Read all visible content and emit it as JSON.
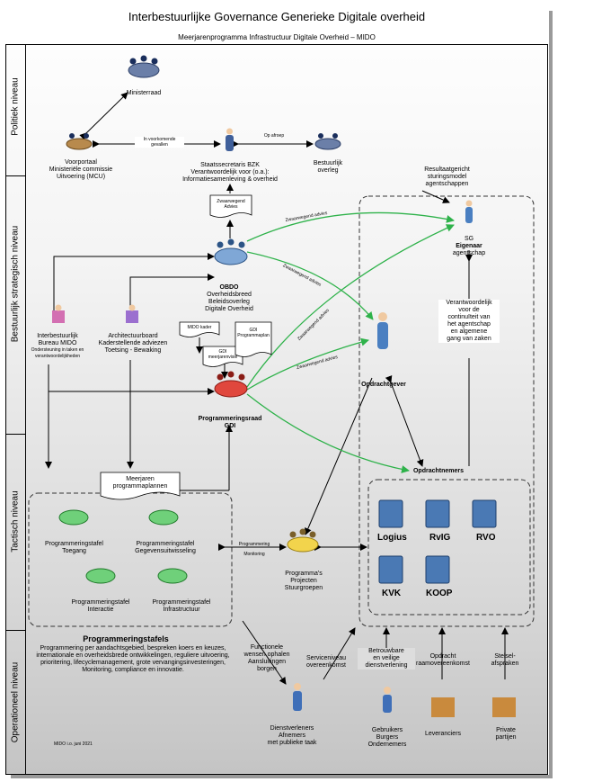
{
  "title": "Interbestuurlijke Governance Generieke Digitale overheid",
  "subtitle": "Meerjarenprogramma Infrastructuur Digitale Overheid – MIDO",
  "levels": {
    "politiek": "Politiek niveau",
    "bestuurlijk": "Bestuurlijk strategisch niveau",
    "tactisch": "Tactisch niveau",
    "operationeel": "Operationeel niveau"
  },
  "nodes": {
    "ministerraad": "Ministerraad",
    "voorportaal": [
      "Voorportaal",
      "Ministeriële commissie",
      "Uitvoering (MCU)"
    ],
    "staatssecretaris": [
      "Staatssecretaris BZK",
      "Verantwoordelijk voor (o.a.):",
      "Informatiesamenleving & overheid"
    ],
    "bestuurlijk_overleg": [
      "Bestuurlijk",
      "overleg"
    ],
    "resultaatgericht": [
      "Resultaatgericht",
      "sturingsmodel",
      "agentschappen"
    ],
    "sg": [
      "SG",
      "Eigenaar",
      "agentschap"
    ],
    "verantwoordelijk": [
      "Verantwoordelijk",
      "voor de",
      "continuïteit van",
      "het agentschap",
      "en algemene",
      "gang van zaken"
    ],
    "obdo": [
      "OBDO",
      "Overheidsbreed",
      "Beleidsoverleg",
      "Digitale Overheid"
    ],
    "bureau_mido": [
      "Interbestuurlijk",
      "Bureau MIDO",
      "Ondersteuning in taken en",
      "verantwoordelijkheden"
    ],
    "architectuurboard": [
      "Architectuurboard",
      "Kaderstellende adviezen",
      "Toetsing - Bewaking"
    ],
    "opdrachtgever": "Opdrachtgever",
    "programmeringsraad": [
      "Programmeringsraad",
      "GDI"
    ],
    "opdrachtnemers": "Opdrachtnemers",
    "pt_toegang": [
      "Programmeringstafel",
      "Toegang"
    ],
    "pt_gegevens": [
      "Programmeringstafel",
      "Gegevensuitwisseling"
    ],
    "pt_interactie": [
      "Programmeringstafel",
      "Interactie"
    ],
    "pt_infra": [
      "Programmeringstafel",
      "Infrastructuur"
    ],
    "programmas": [
      "Programma's",
      "Projecten",
      "Stuurgroepen"
    ],
    "dienstverleners": [
      "Dienstverleners",
      "Afnemers",
      "met publieke taak"
    ],
    "gebruikers": [
      "Gebruikers",
      "Burgers",
      "Ondernemers"
    ],
    "leveranciers": "Leveranciers",
    "private": [
      "Private",
      "partijen"
    ]
  },
  "documents": {
    "zwaarwegend_advies": [
      "Zwaarwegend",
      "Advies"
    ],
    "mido_kader": "MIDO kader",
    "gdi_meerjarenvisie": [
      "GDI",
      "meerjarenvisie"
    ],
    "gdi_programmaplan": [
      "GDI",
      "Programmaplan"
    ],
    "meerjaren_programmaplannen": [
      "Meerjaren",
      "programmaplannen"
    ]
  },
  "agencies": [
    "Logius",
    "RvIG",
    "RVO",
    "KVK",
    "KOOP"
  ],
  "edge_labels": {
    "in_voorkomende": [
      "In voorkomende",
      "gevallen"
    ],
    "op_afroep": "Op afroep",
    "zwaarwegend_advies": "Zwaarwegend advies",
    "programmering_monitoring": [
      "Programmering",
      "Monitoring"
    ],
    "functionele_wensen": [
      "Functionele",
      "wensen ophalen",
      "Aansluitingen",
      "borgen"
    ],
    "serviceniveau": [
      "Serviceniveau",
      "overeenkomst"
    ],
    "betrouwbare": [
      "Betrouwbare",
      "en veilige",
      "dienstverlening"
    ],
    "opdracht_raam": [
      "Opdracht",
      "raamovereenkomst"
    ],
    "stelsel": [
      "Stelsel-",
      "afspraken"
    ]
  },
  "programmeringstafels": {
    "heading": "Programmeringstafels",
    "description": [
      "Programmering per aandachtsgebied, bespreken koers en keuzes,",
      "internationale en overheidsbrede ontwikkelingen, reguliere uitvoering,",
      "prioritering, lifecyclemanagement, grote vervangingsinvesteringen,",
      "Monitoring, compliance en innovatie."
    ]
  },
  "footer": "MIDO i.o. juni 2021",
  "colors": {
    "green_arrow": "#2eb24a",
    "agency_blue": "#4a79b4",
    "person_blue": "#4a7fc1"
  }
}
